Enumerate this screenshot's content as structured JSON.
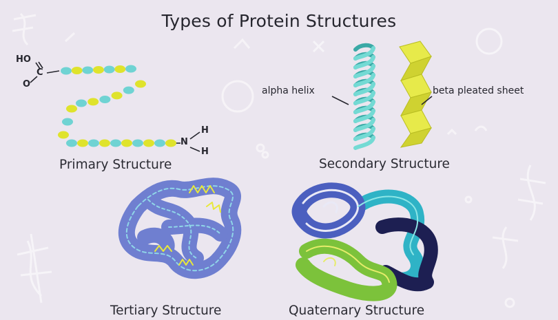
{
  "title": "Types of Protein Structures",
  "captions": {
    "primary": "Primary Structure",
    "secondary": "Secondary Structure",
    "tertiary": "Tertiary Structure",
    "quaternary": "Quaternary Structure"
  },
  "labels": {
    "alpha_helix": "alpha helix",
    "beta_sheet": "beta pleated sheet"
  },
  "chemistry": {
    "carboxyl_ho": "HO",
    "carboxyl_c": "C",
    "carboxyl_o": "O",
    "amine_n": "N",
    "amine_h1": "H",
    "amine_h2": "H"
  },
  "colors": {
    "background": "#ebe6ef",
    "bead_cyan": "#6fd3d3",
    "bead_yellow": "#dfe32c",
    "tertiary_fill": "#6f7fd0",
    "quaternary_white": "#e9e9f6",
    "quaternary_green": "#7cc23b",
    "quaternary_teal": "#2fb3c6",
    "quaternary_navy": "#1d1f52",
    "quaternary_blue": "#4b5fbf"
  }
}
